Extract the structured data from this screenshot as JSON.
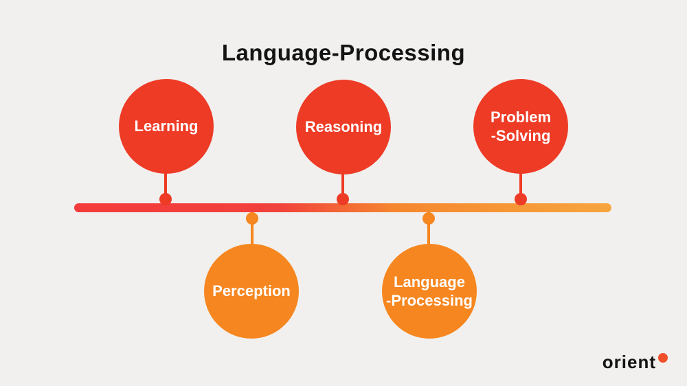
{
  "title": "Language-Processing",
  "nodes": [
    {
      "id": "learning",
      "line1": "Learning",
      "line2": "",
      "side": "above",
      "color": "#EE3B26"
    },
    {
      "id": "perception",
      "line1": "Perception",
      "line2": "",
      "side": "below",
      "color": "#F6861F"
    },
    {
      "id": "reasoning",
      "line1": "Reasoning",
      "line2": "",
      "side": "above",
      "color": "#EE3B26"
    },
    {
      "id": "language-processing",
      "line1": "Language",
      "line2": "-Processing",
      "side": "below",
      "color": "#F6861F"
    },
    {
      "id": "problem-solving",
      "line1": "Problem",
      "line2": "-Solving",
      "side": "above",
      "color": "#EE3B26"
    }
  ],
  "timeline": {
    "gradient_start": "#F43B3B",
    "gradient_end": "#F7A53E"
  },
  "colors": {
    "background": "#F1F0EE",
    "red": "#EE3B26",
    "orange": "#F6861F",
    "title_text": "#141414",
    "circle_text": "#FFFFFF"
  },
  "logo": {
    "text": "orient",
    "dot_color": "#F2502C"
  }
}
